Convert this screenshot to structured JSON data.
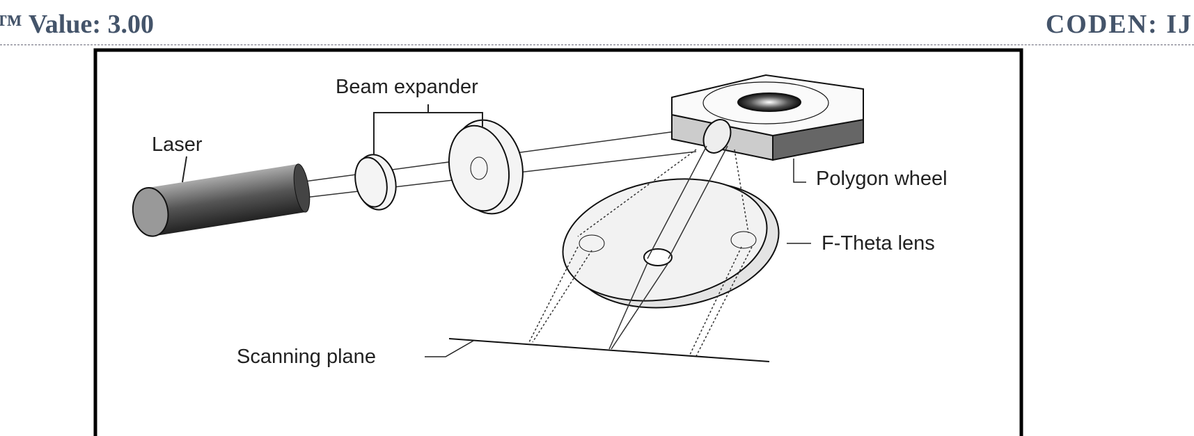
{
  "header": {
    "left": "™ Value: 3.00",
    "right": "CODEN: IJ"
  },
  "figure": {
    "labels": {
      "laser": "Laser",
      "beam_expander": "Beam expander",
      "polygon_wheel": "Polygon wheel",
      "f_theta_lens": "F-Theta lens",
      "scanning_plane": "Scanning plane"
    }
  }
}
